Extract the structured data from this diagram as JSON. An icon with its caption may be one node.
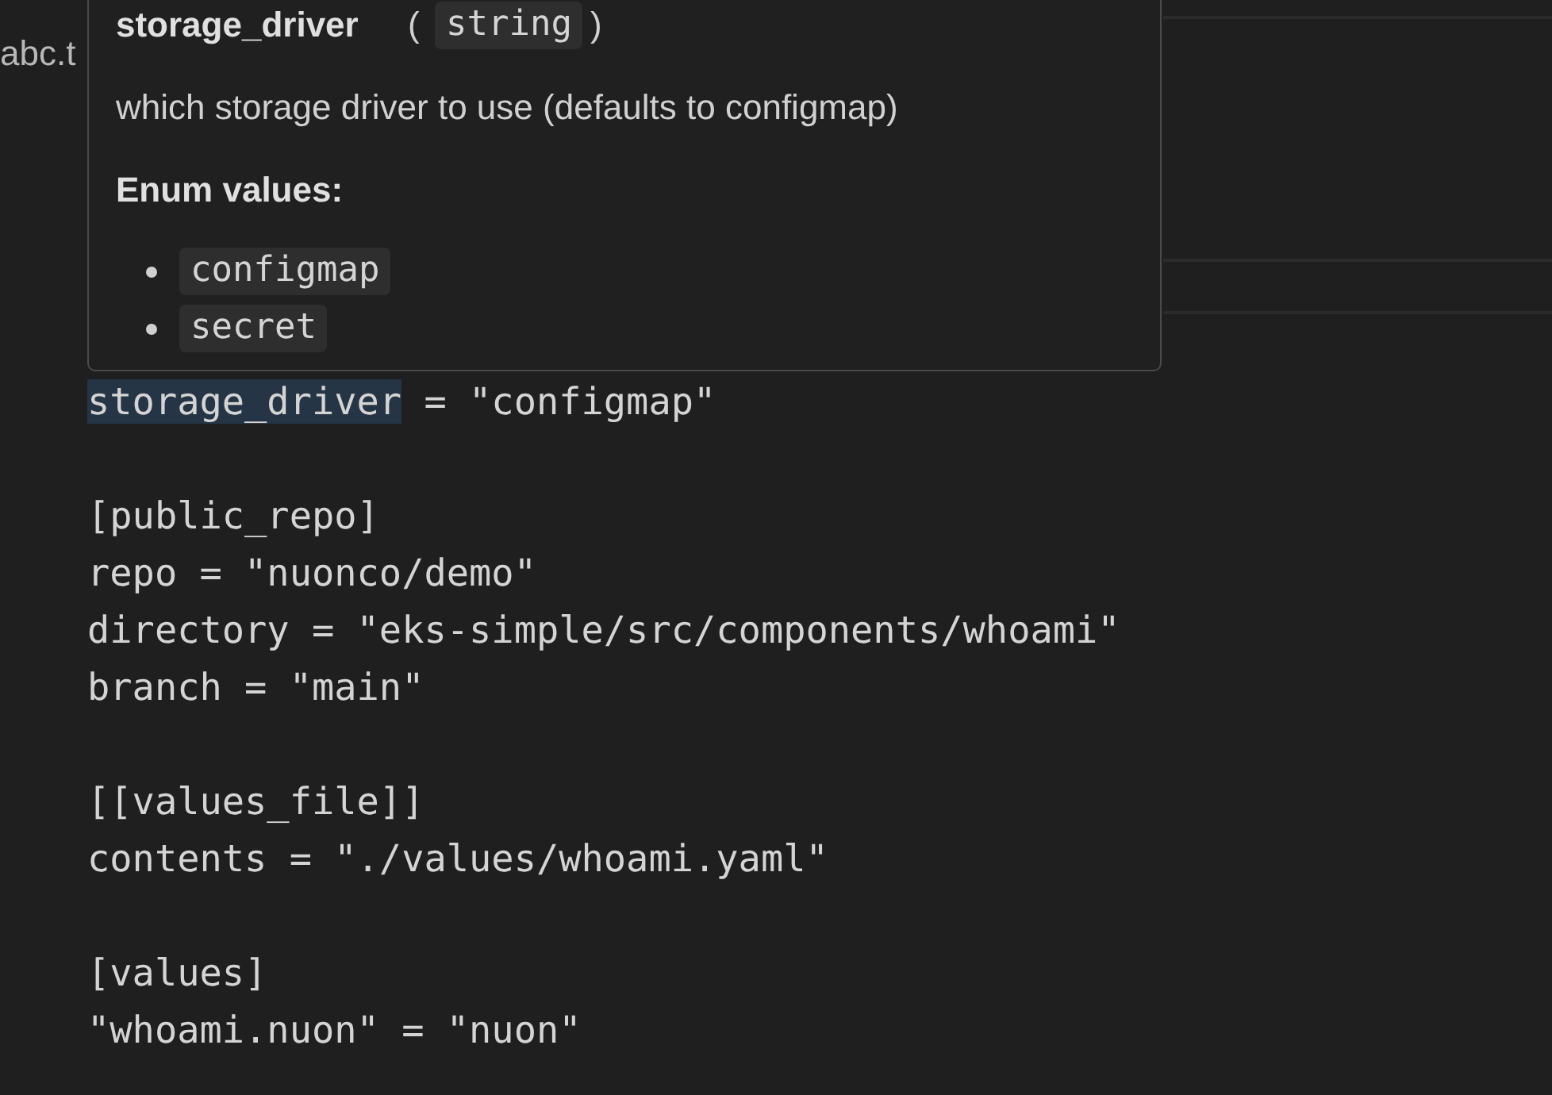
{
  "diagram": {
    "nodes": [
      {
        "text": [
          "storage_driver",
          "(",
          "string",
          ")",
          "which storage driver to use (defaults to configmap)",
          "Enum values:",
          "configmap",
          "secret"
        ]
      }
    ],
    "labels": [
      "abc.t",
      "storage_driver = \"configmap\"",
      "[public_repo]",
      "repo = \"nuonco/demo\"",
      "directory = \"eks-simple/src/components/whoami\"",
      "branch = \"main\"",
      "[[values_file]]",
      "contents = \"./values/whoami.yaml\"",
      "[values]",
      "\"whoami.nuon\" = \"nuon\""
    ]
  }
}
